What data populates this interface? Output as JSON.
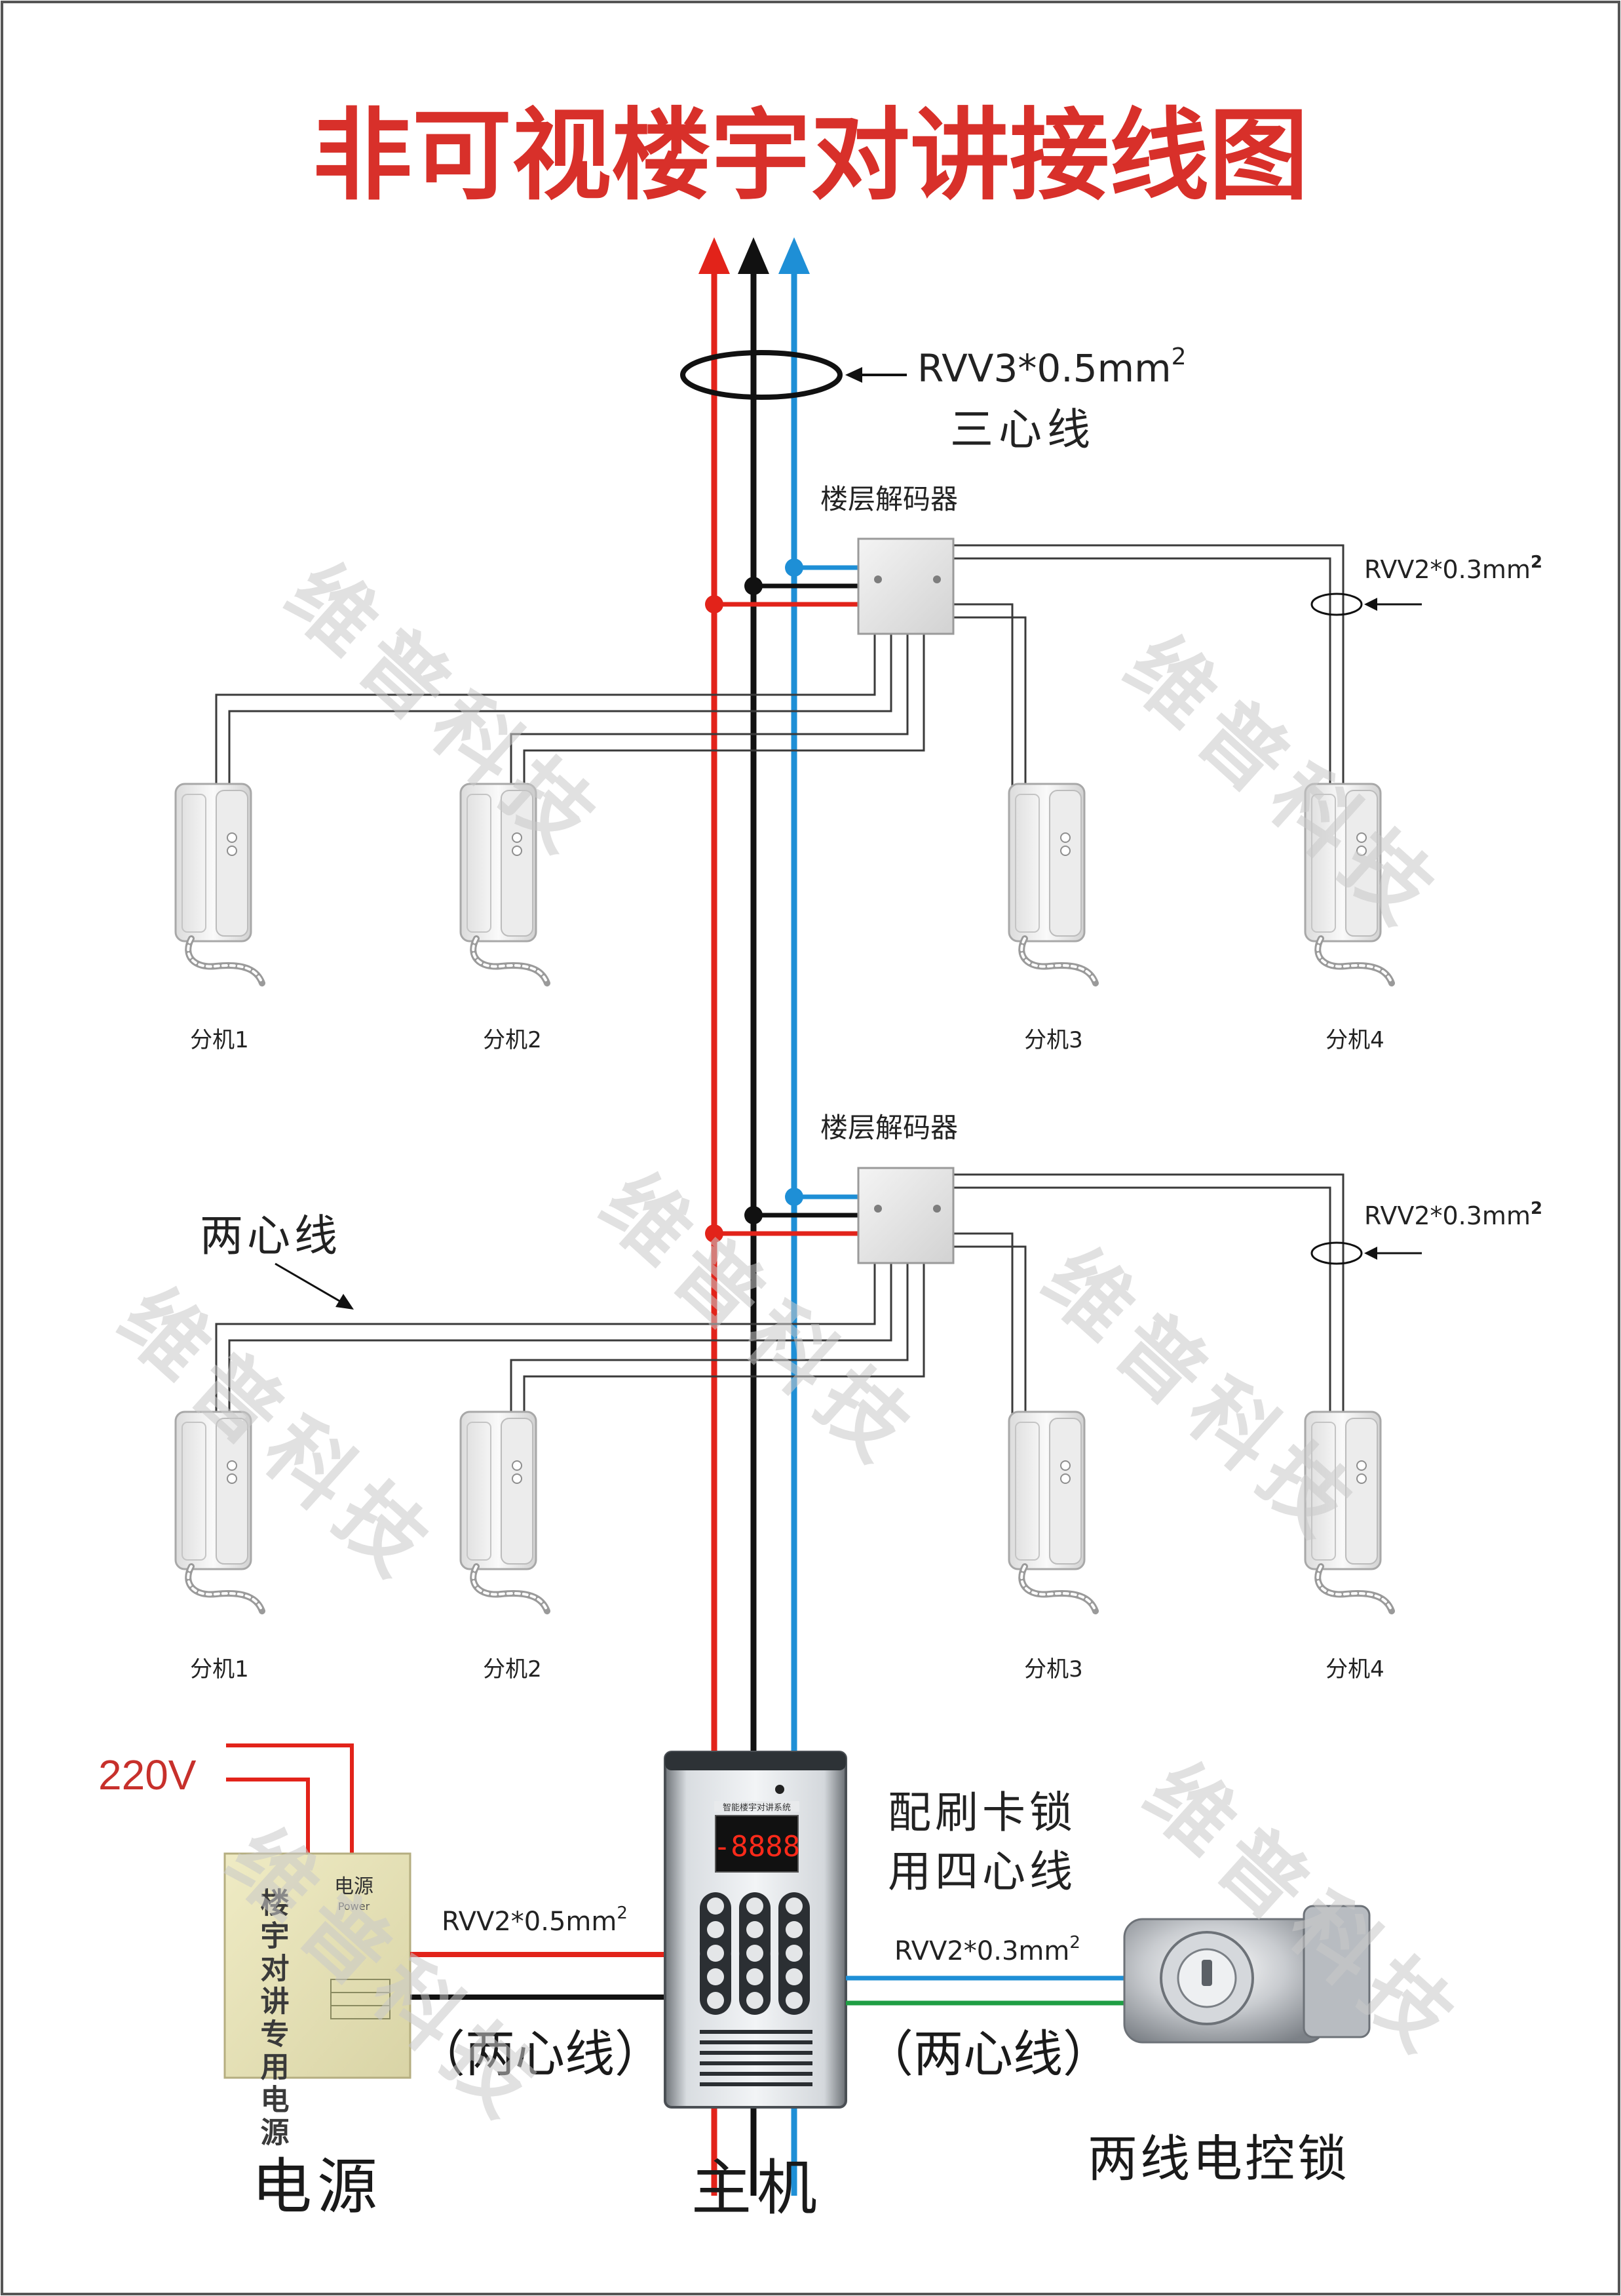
{
  "title": "非可视楼宇对讲接线图",
  "trunk_cable": {
    "spec": "RVV3*0.5mm",
    "sup": "2",
    "name": "三心线"
  },
  "decoder_label": "楼层解码器",
  "branch_cable": {
    "spec": "RVV2*0.3mm",
    "sup": "2"
  },
  "two_core_label": "两心线",
  "handsets": [
    "分机1",
    "分机2",
    "分机3",
    "分机4"
  ],
  "power": {
    "voltage": "220V",
    "cable_spec": "RVV2*0.5mm",
    "cable_sup": "2",
    "cable_note": "（两心线）",
    "box_title": "电源",
    "box_sub": "Power",
    "box_text": "楼宇对讲专用电源",
    "caption": "电源"
  },
  "main_unit": {
    "panel_title": "智能楼宇对讲系统",
    "display": "-8888",
    "caption": "主机",
    "card_lock_note_1": "配刷卡锁",
    "card_lock_note_2": "用四心线"
  },
  "lock": {
    "cable_spec": "RVV2*0.3mm",
    "cable_sup": "2",
    "cable_note": "（两心线）",
    "caption": "两线电控锁"
  },
  "watermark": "维普科技",
  "colors": {
    "red": "#e2231a",
    "black": "#111111",
    "blue": "#1e8fd6",
    "green": "#1f9e44",
    "title": "#d8302a"
  }
}
